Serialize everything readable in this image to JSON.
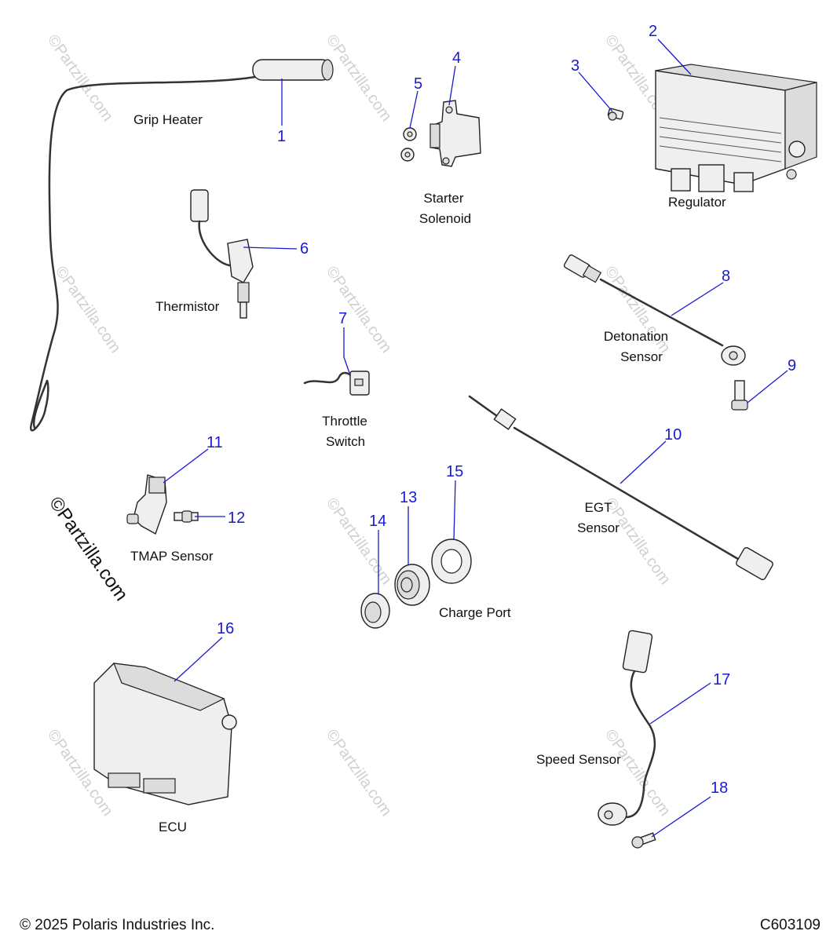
{
  "diagram": {
    "parts": [
      {
        "callout": "1",
        "label": "Grip Heater"
      },
      {
        "callout": "2",
        "label": "Regulator"
      },
      {
        "callout": "3",
        "label": ""
      },
      {
        "callout": "4",
        "label": "Starter Solenoid"
      },
      {
        "callout": "5",
        "label": ""
      },
      {
        "callout": "6",
        "label": "Thermistor"
      },
      {
        "callout": "7",
        "label": "Throttle Switch"
      },
      {
        "callout": "8",
        "label": "Detonation Sensor"
      },
      {
        "callout": "9",
        "label": ""
      },
      {
        "callout": "10",
        "label": "EGT Sensor"
      },
      {
        "callout": "11",
        "label": "TMAP Sensor"
      },
      {
        "callout": "12",
        "label": ""
      },
      {
        "callout": "13",
        "label": "Charge Port"
      },
      {
        "callout": "14",
        "label": ""
      },
      {
        "callout": "15",
        "label": ""
      },
      {
        "callout": "16",
        "label": "ECU"
      },
      {
        "callout": "17",
        "label": "Speed Sensor"
      },
      {
        "callout": "18",
        "label": ""
      }
    ],
    "labels": {
      "grip_heater": "Grip Heater",
      "starter": "Starter",
      "solenoid": "Solenoid",
      "regulator": "Regulator",
      "thermistor": "Thermistor",
      "detonation": "Detonation",
      "sensor": "Sensor",
      "throttle": "Throttle",
      "switch": "Switch",
      "egt": "EGT",
      "tmap_sensor": "TMAP Sensor",
      "charge_port": "Charge Port",
      "ecu": "ECU",
      "speed_sensor": "Speed Sensor"
    },
    "callouts": {
      "c1": "1",
      "c2": "2",
      "c3": "3",
      "c4": "4",
      "c5": "5",
      "c6": "6",
      "c7": "7",
      "c8": "8",
      "c9": "9",
      "c10": "10",
      "c11": "11",
      "c12": "12",
      "c13": "13",
      "c14": "14",
      "c15": "15",
      "c16": "16",
      "c17": "17",
      "c18": "18"
    },
    "watermark": "©Partzilla.com",
    "footer": {
      "copyright": "© 2025 Polaris Industries Inc.",
      "code": "C603109"
    },
    "colors": {
      "callout": "#1a1ad0",
      "label": "#111111"
    }
  }
}
